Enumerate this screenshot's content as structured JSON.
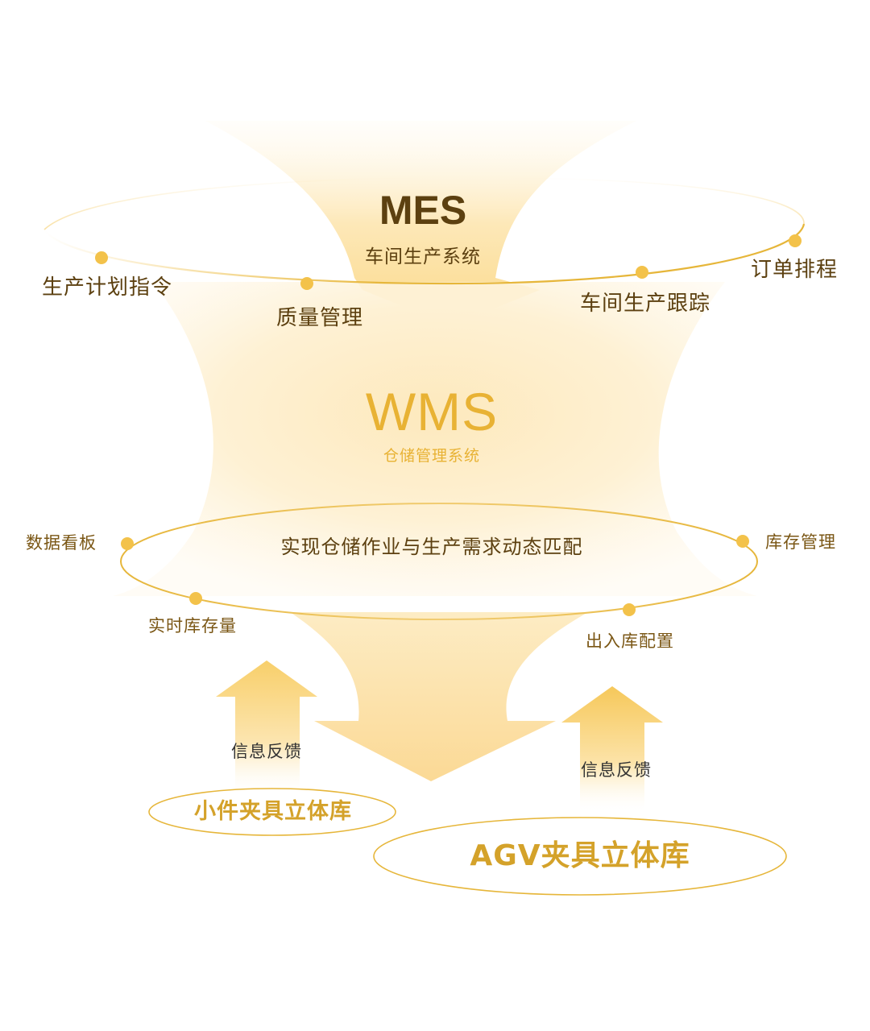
{
  "mes": {
    "title": "MES",
    "subtitle": "车间生产系统",
    "items": [
      "生产计划指令",
      "质量管理",
      "车间生产跟踪",
      "订单排程"
    ]
  },
  "wms": {
    "title": "WMS",
    "subtitle": "仓储管理系统",
    "goal": "实现仓储作业与生产需求动态匹配",
    "items": [
      "数据看板",
      "实时库存量",
      "出入库配置",
      "库存管理"
    ]
  },
  "feedback": {
    "left": "信息反馈",
    "right": "信息反馈"
  },
  "stores": {
    "small": "小件夹具立体库",
    "agv": "AGV夹具立体库"
  },
  "colors": {
    "accent": "#e8b234",
    "dot": "#f3c24a",
    "text_dark": "#5c4010",
    "ring": "#e6b63a"
  }
}
